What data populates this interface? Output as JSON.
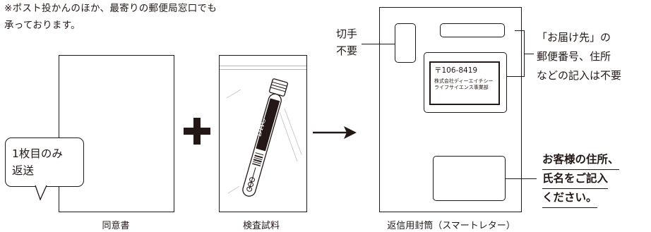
{
  "note": {
    "line1": "※ポスト投かんのほか、最寄りの郵便局窓口でも",
    "line2": "承っております。"
  },
  "items": {
    "consent": {
      "caption": "同意書"
    },
    "kit": {
      "caption": "検査試料",
      "tube_label": "DHC"
    },
    "envelope": {
      "caption": "返信用封筒（スマートレター）"
    }
  },
  "bubble": {
    "line1": "1枚目のみ",
    "line2": "返送"
  },
  "stamp_note": {
    "line1": "切手",
    "line2": "不要"
  },
  "recipient_note": {
    "line1": "「お届け先」の",
    "line2": "郵便番号、住所",
    "line3": "などの記入は不要"
  },
  "address": {
    "postal": "〒106-8419",
    "line1": "株式会社ディーエイチシー",
    "line2": "ライフサイエンス事業部"
  },
  "sender_note": {
    "line1": "お客様の住所、",
    "line2": "氏名をご記入",
    "line3": "ください。"
  },
  "symbols": {
    "plus": "+",
    "arrow": "→"
  },
  "colors": {
    "ink": "#231815",
    "light_line": "#b5b5b5"
  }
}
